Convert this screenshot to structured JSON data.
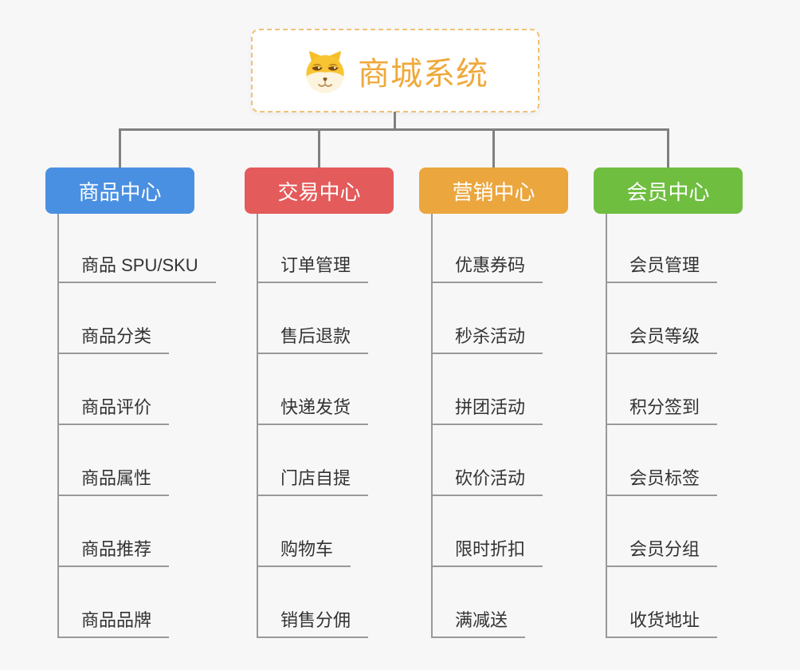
{
  "page": {
    "background_color": "#f7f7f7",
    "connector_color": "#808080"
  },
  "root": {
    "title": "商城系统",
    "icon": "doge-icon",
    "text_color": "#efa93c",
    "border_color": "#f3c077"
  },
  "branches": [
    {
      "label": "商品中心",
      "color": "#4a90e2",
      "children": [
        "商品 SPU/SKU",
        "商品分类",
        "商品评价",
        "商品属性",
        "商品推荐",
        "商品品牌"
      ]
    },
    {
      "label": "交易中心",
      "color": "#e45b5b",
      "children": [
        "订单管理",
        "售后退款",
        "快递发货",
        "门店自提",
        "购物车",
        "销售分佣"
      ]
    },
    {
      "label": "营销中心",
      "color": "#eba63e",
      "children": [
        "优惠券码",
        "秒杀活动",
        "拼团活动",
        "砍价活动",
        "限时折扣",
        "满减送"
      ]
    },
    {
      "label": "会员中心",
      "color": "#6fbe40",
      "children": [
        "会员管理",
        "会员等级",
        "积分签到",
        "会员标签",
        "会员分组",
        "收货地址"
      ]
    }
  ]
}
